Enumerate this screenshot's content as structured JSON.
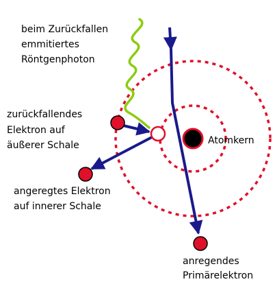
{
  "labels": {
    "photon_line1": "beim Zurückfallen",
    "photon_line2": "emmitiertes",
    "photon_line3": "Röntgenphoton",
    "falling_line1": "zurückfallendes",
    "falling_line2": "Elektron auf",
    "falling_line3": "äußerer Schale",
    "excited_line1": "angeregtes Elektron",
    "excited_line2": "auf innerer Schale",
    "nucleus": "Atomkern",
    "primary_line1": "anregendes",
    "primary_line2": "Primärelektron"
  },
  "colors": {
    "shell": "#e0102a",
    "electron": "#e0102a",
    "nucleus": "#000000",
    "arrow": "#1a1a8c",
    "photon": "#8ccc10",
    "text": "#000000"
  }
}
